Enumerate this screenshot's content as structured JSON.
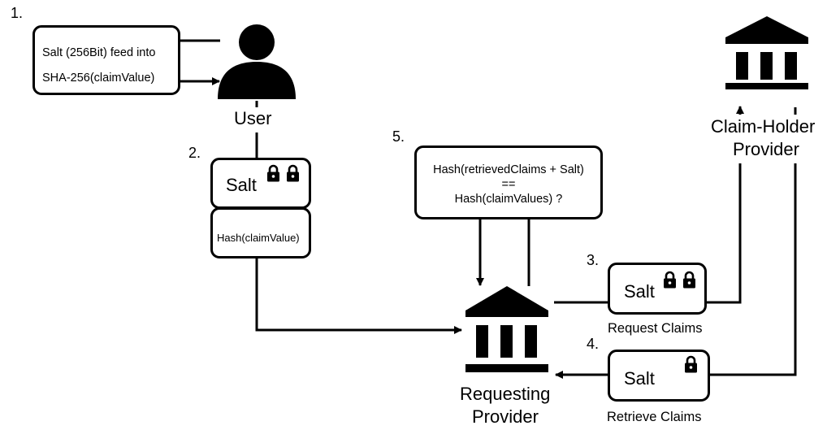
{
  "steps": {
    "s1": "1.",
    "s2": "2.",
    "s3": "3.",
    "s4": "4.",
    "s5": "5."
  },
  "user": {
    "note_line1": "Salt (256Bit) feed into",
    "note_line2": "SHA-256(claimValue)",
    "label": "User"
  },
  "user_payload": {
    "salt": "Salt",
    "hash": "Hash(claimValue)"
  },
  "verification": {
    "line1": "Hash(retrievedClaims + Salt)",
    "line2": "==",
    "line3": "Hash(claimValues) ?"
  },
  "request": {
    "salt": "Salt",
    "label": "Request Claims"
  },
  "retrieve": {
    "salt": "Salt",
    "label": "Retrieve Claims"
  },
  "claim_holder": {
    "line1": "Claim-Holder",
    "line2": "Provider"
  },
  "requesting": {
    "line1": "Requesting",
    "line2": "Provider"
  },
  "icons": {
    "user": "user-icon",
    "bank": "bank-icon",
    "lock": "lock-icon"
  },
  "colors": {
    "stroke": "#000000",
    "background": "#ffffff"
  }
}
